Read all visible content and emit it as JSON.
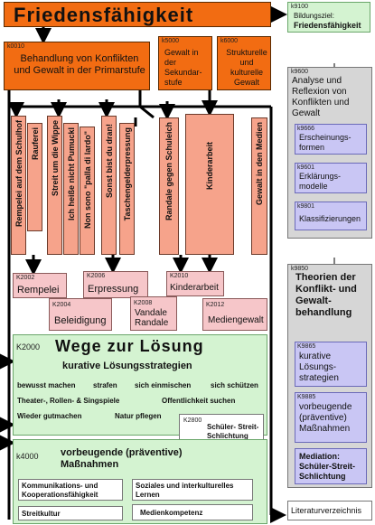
{
  "title": "Friedensfähigkeit",
  "top_right": {
    "code": "k9100",
    "label": "Bildungsziel:",
    "title": "Friedensfähigkeit"
  },
  "k0010": {
    "code": "k0010",
    "label": "Behandlung von Konflikten und Gewalt in der Primarstufe"
  },
  "k5000": {
    "code": "k5000",
    "label": "Gewalt in der Sekundar-stufe"
  },
  "k6000": {
    "code": "k6000",
    "label": "Strukturelle und kulturelle Gewalt"
  },
  "k9600": {
    "code": "k9600",
    "title": "Analyse und Reflexion von Konflikten und Gewalt",
    "items": [
      {
        "code": "k9666",
        "label": "Erscheinungs-formen"
      },
      {
        "code": "k9601",
        "label": "Erklärungs-modelle"
      },
      {
        "code": "k9801",
        "label": "Klassifizierungen"
      }
    ]
  },
  "k9850": {
    "code": "k9850",
    "title": "Theorien der Konflikt- und Gewalt-behandlung",
    "items": [
      {
        "code": "K9865",
        "label": "kurative Lösungs-strategien"
      },
      {
        "code": "K9885",
        "label": "vorbeugende (präventive) Maßnahmen"
      },
      {
        "code": "",
        "label": "Mediation: Schüler-Streit-Schlichtung"
      }
    ]
  },
  "vertical": [
    "Rempelei auf dem Schulhof",
    "Rauferei",
    "Streit um die Wippe",
    "Ich heiße nicht Pumuckl",
    "Non sono \"palla di lardo\"",
    "Sonst bist du dran!",
    "Taschengelderpressung",
    "Randale gegen Schuleich",
    "Kinderarbeit",
    "Gewalt in den Medien"
  ],
  "cases": [
    {
      "code": "K2002",
      "label": "Rempelei"
    },
    {
      "code": "K2006",
      "label": "Erpressung"
    },
    {
      "code": "K2010",
      "label": "Kinderarbeit"
    },
    {
      "code": "K2004",
      "label": "Beleidigung"
    },
    {
      "code": "K2008",
      "label": "Vandale Randale"
    },
    {
      "code": "K2012",
      "label": "Mediengewalt"
    }
  ],
  "k2000": {
    "code": "K2000",
    "title": "Wege zur Lösung",
    "subtitle": "kurative Lösungsstrategien",
    "items": [
      "bewusst machen",
      "strafen",
      "sich einmischen",
      "sich schützen",
      "Theater-, Rollen- & Singspiele",
      "Offentlichkeit suchen",
      "Wieder gutmachen",
      "Natur pflegen"
    ]
  },
  "k2800": {
    "code": "K2800",
    "label": "Schüler- Streit-Schlichtung"
  },
  "k4000": {
    "code": "k4000",
    "title": "vorbeugende (präventive) Maßnahmen",
    "items": [
      "Kommunikations- und Kooperationsfähigkeit",
      "Soziales und interkulturelles Lernen",
      "Streitkultur",
      "Medienkompetenz"
    ]
  },
  "literatur": "Literaturverzeichnis"
}
